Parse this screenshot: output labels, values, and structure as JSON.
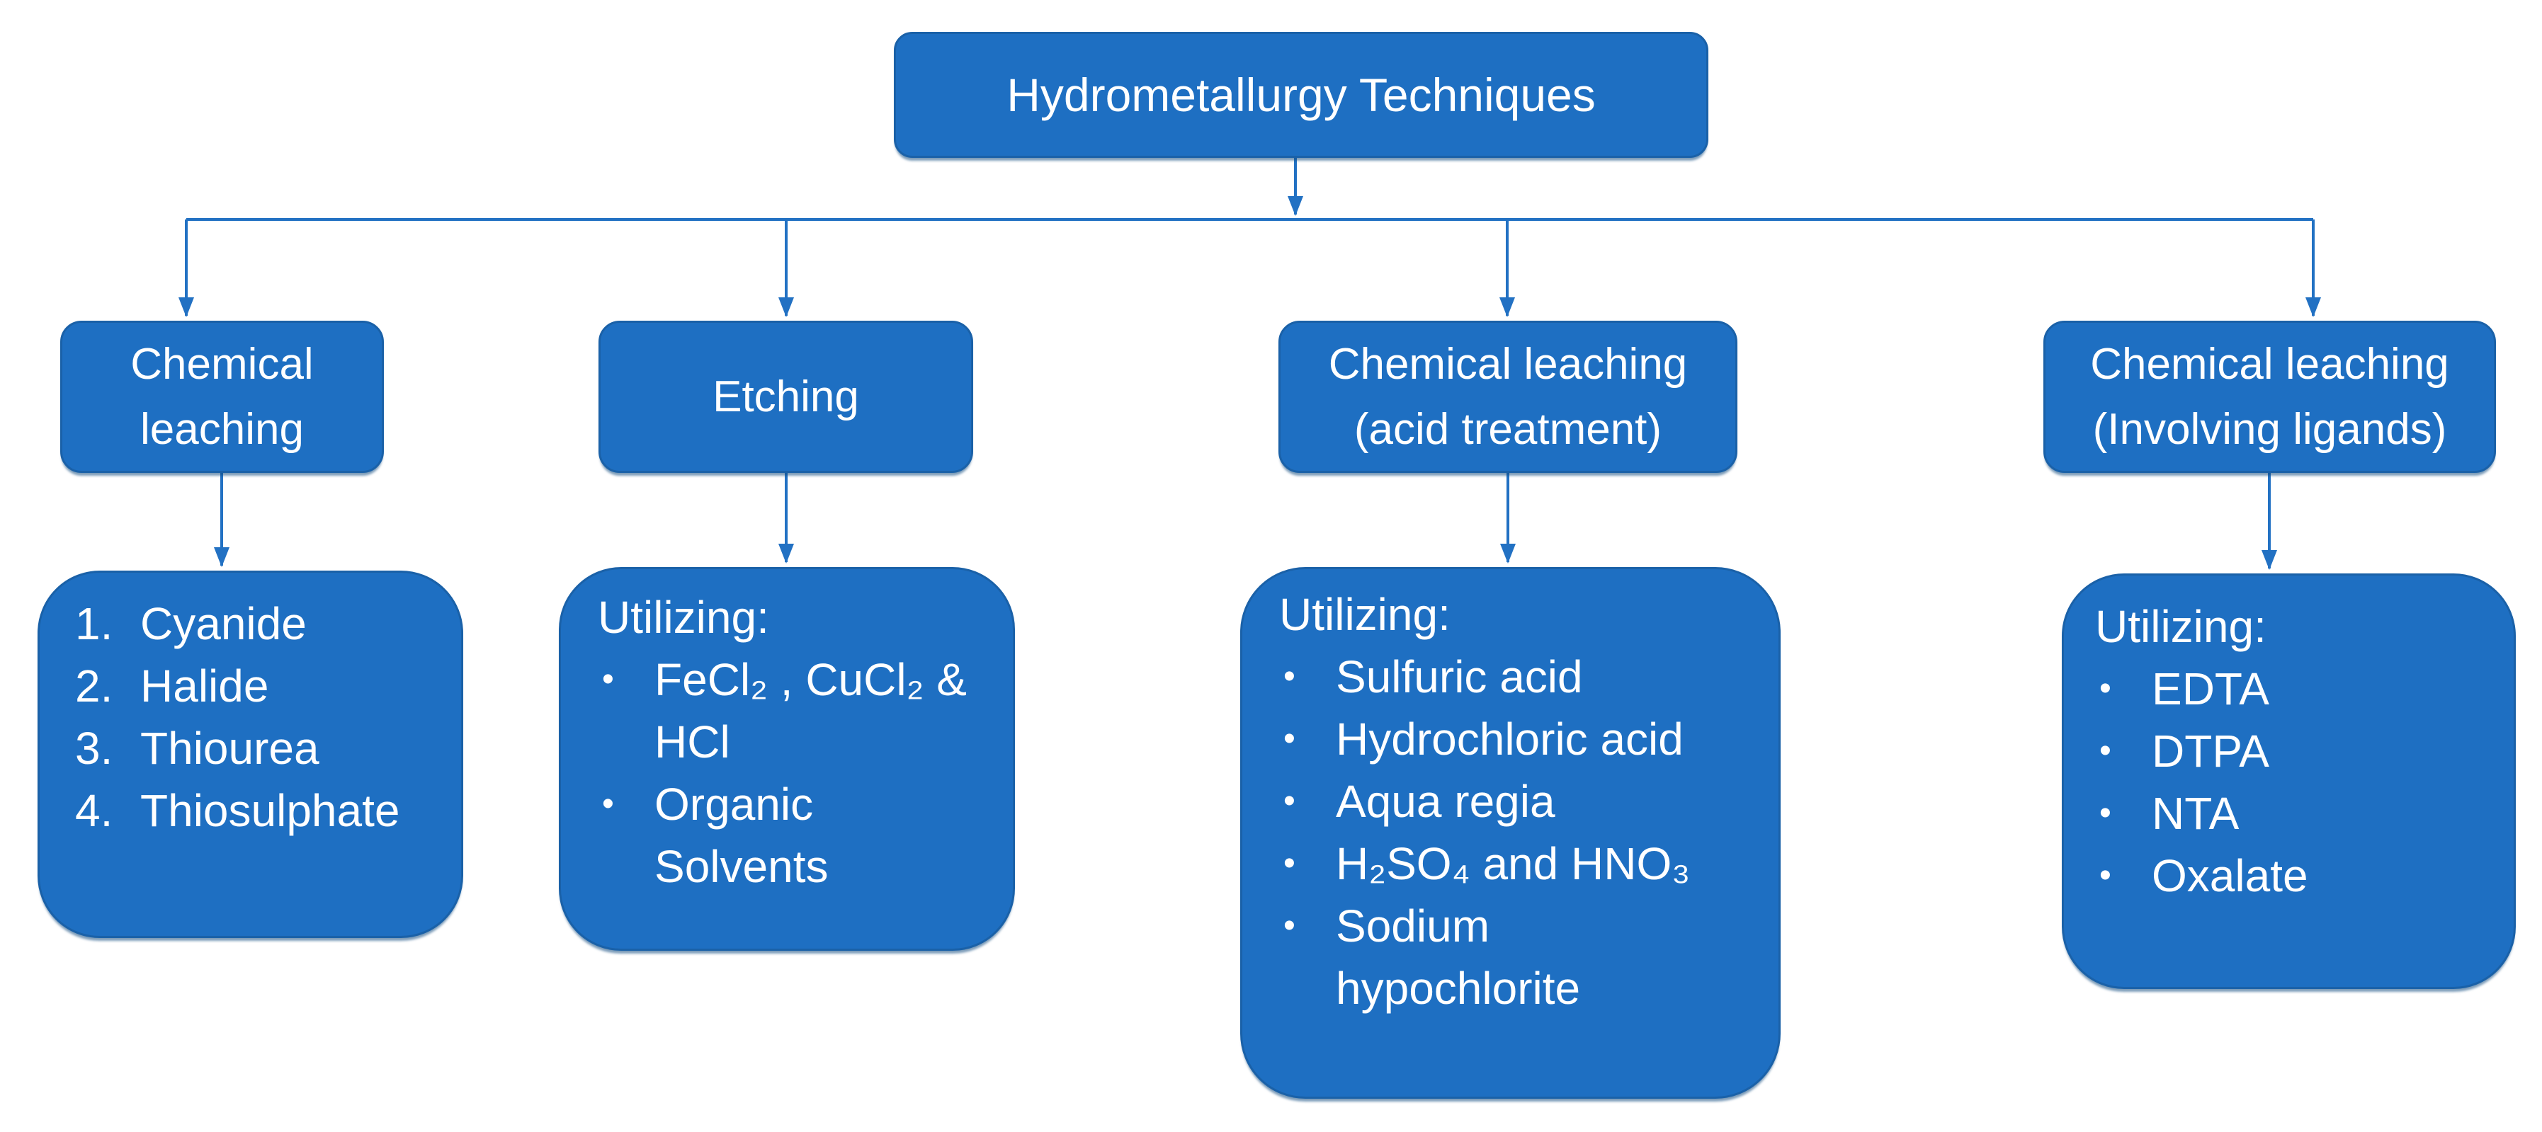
{
  "diagram": {
    "root": {
      "label": "Hydrometallurgy Techniques"
    },
    "branches": [
      {
        "label": "Chemical\nleaching",
        "detail": {
          "heading": "",
          "list_style": "numbered",
          "items": [
            "Cyanide",
            "Halide",
            "Thiourea",
            "Thiosulphate"
          ]
        }
      },
      {
        "label": "Etching",
        "detail": {
          "heading": "Utilizing:",
          "list_style": "bullet",
          "items": [
            "FeCl₂ , CuCl₂ &\nHCl",
            "Organic\nSolvents"
          ]
        }
      },
      {
        "label": "Chemical leaching\n(acid treatment)",
        "detail": {
          "heading": "Utilizing:",
          "list_style": "bullet",
          "items": [
            "Sulfuric acid",
            "Hydrochloric acid",
            "Aqua regia",
            "H₂SO₄ and HNO₃",
            "Sodium\nhypochlorite"
          ]
        }
      },
      {
        "label": "Chemical leaching\n(Involving ligands)",
        "detail": {
          "heading": "Utilizing:",
          "list_style": "bullet",
          "items": [
            "EDTA",
            "DTPA",
            "NTA",
            "Oxalate"
          ]
        }
      }
    ],
    "colors": {
      "node_fill": "#1e6fc2",
      "node_border": "#1a61a8",
      "connector": "#2271c3",
      "text": "#ffffff"
    }
  }
}
